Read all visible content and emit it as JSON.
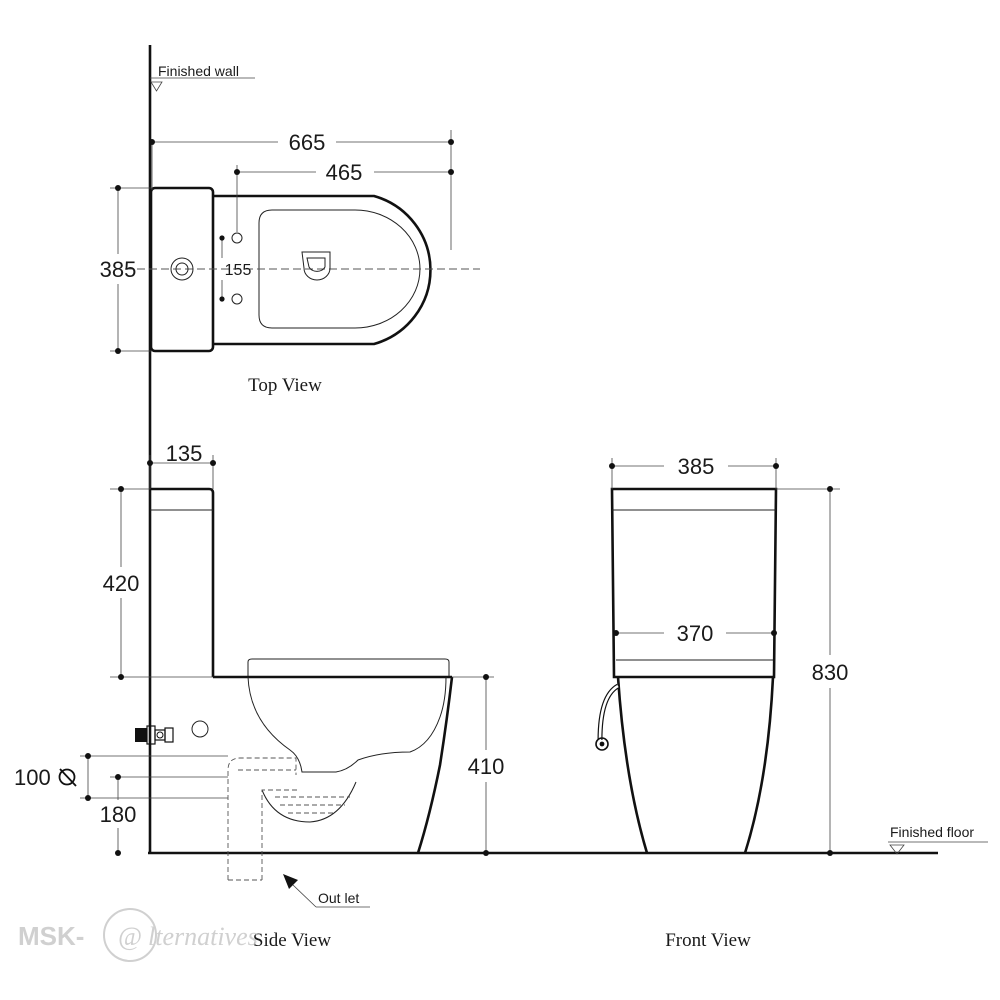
{
  "labels": {
    "finished_wall": "Finished wall",
    "finished_floor": "Finished floor",
    "outlet": "Out let",
    "top_view": "Top View",
    "side_view": "Side View",
    "front_view": "Front View"
  },
  "dimensions": {
    "top_overall_length": "665",
    "top_bowl_length": "465",
    "top_width": "385",
    "top_fixing_spacing": "155",
    "side_tank_depth": "135",
    "side_tank_height": "420",
    "side_outlet_diameter": "100",
    "side_outlet_height": "180",
    "side_seat_height": "410",
    "front_tank_width": "385",
    "front_base_width": "370",
    "front_total_height": "830"
  },
  "watermark": {
    "brand": "MSK-",
    "at": "@",
    "script": "lternatives"
  },
  "colors": {
    "line": "#111111",
    "watermark": "#c8c8c8",
    "background": "#ffffff"
  }
}
